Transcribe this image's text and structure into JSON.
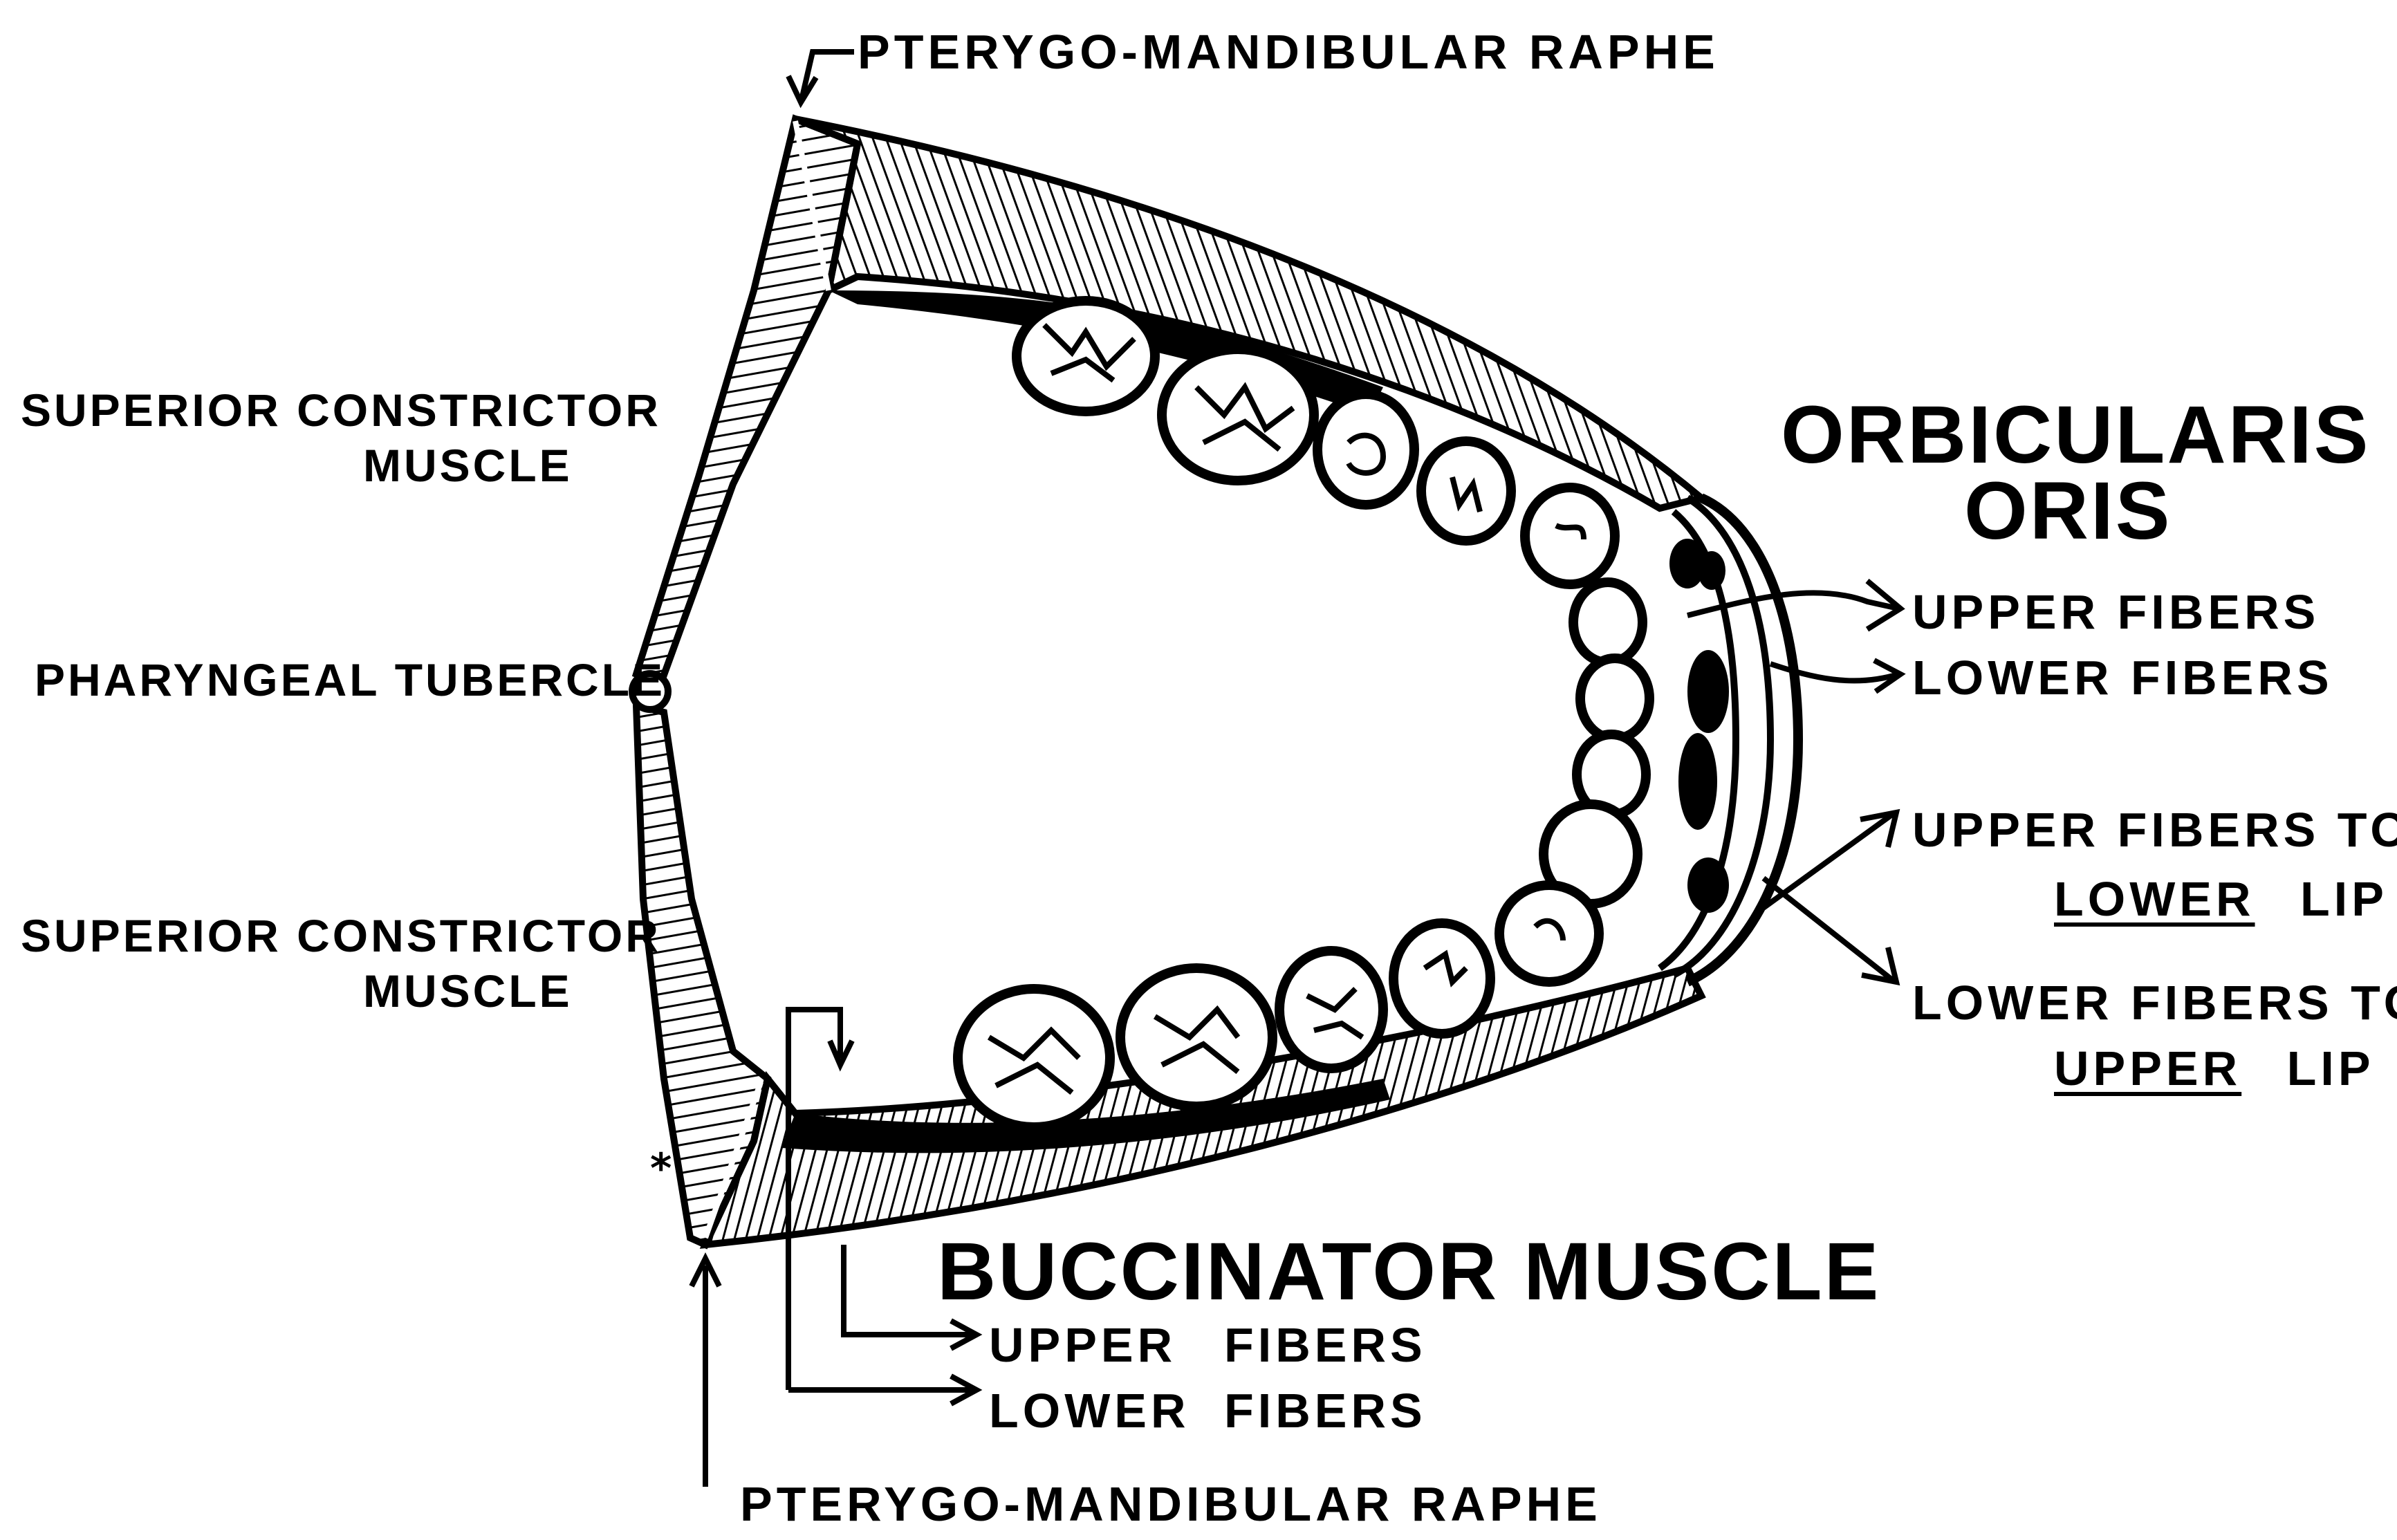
{
  "labels": {
    "pterygo_top": "PTERYGO-MANDIBULAR RAPHE",
    "sup_constrictor_top_1": "SUPERIOR CONSTRICTOR",
    "sup_constrictor_top_2": "MUSCLE",
    "pharyngeal_tubercle": "PHARYNGEAL TUBERCLE",
    "sup_constrictor_bot_1": "SUPERIOR CONSTRICTOR",
    "sup_constrictor_bot_2": "MUSCLE",
    "orbicularis_1": "ORBICULARIS",
    "orbicularis_2": "ORIS",
    "orb_upper_fibers": "UPPER FIBERS",
    "orb_lower_fibers": "LOWER FIBERS",
    "upper_fibers_to": "UPPER FIBERS TO",
    "lower_word": "LOWER",
    "lip_1": "LIP",
    "lower_fibers_to": "LOWER FIBERS TO",
    "upper_word": "UPPER",
    "lip_2": "LIP",
    "buccinator": "BUCCINATOR MUSCLE",
    "bucc_upper": "UPPER",
    "bucc_upper_fibers": "FIBERS",
    "bucc_lower": "LOWER",
    "bucc_lower_fibers": "FIBERS",
    "pterygo_bottom": "PTERYGO-MANDIBULAR RAPHE",
    "asterisk": "*"
  }
}
